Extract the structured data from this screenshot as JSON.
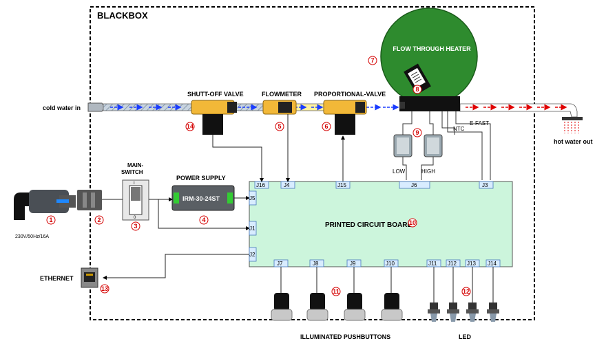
{
  "box_title": "BLACKBOX",
  "labels": {
    "cold_water": "cold water in",
    "hot_water": "hot water out",
    "shutoff": "SHUTT-OFF VALVE",
    "flowmeter": "FLOWMETER",
    "propvalve": "PROPORTIONAL-VALVE",
    "heater": "FLOW THROUGH HEATER",
    "main_switch_1": "MAIN-",
    "main_switch_2": "SWITCH",
    "power_supply": "POWER SUPPLY",
    "psu_model": "IRM-30-24ST",
    "pcb": "PRINTED CIRCUIT BOARD",
    "ethernet": "ETHERNET",
    "mains": "230V/50Hz/16A",
    "pushbuttons": "ILLUMINATED PUSHBUTTONS",
    "led": "LED",
    "low": "LOW",
    "high": "HIGH",
    "ntc": "NTC",
    "efast": "E-FAST",
    "switch_on": "I",
    "switch_off": "0"
  },
  "numbers": [
    "1",
    "2",
    "3",
    "4",
    "5",
    "6",
    "7",
    "8",
    "9",
    "10",
    "11",
    "12",
    "13",
    "14"
  ],
  "connectors": {
    "j16": "J16",
    "j4": "J4",
    "j15": "J15",
    "j6": "J6",
    "j3": "J3",
    "j5": "J5",
    "j1": "J1",
    "j2": "J2",
    "j7": "J7",
    "j8": "J8",
    "j9": "J9",
    "j10": "J10",
    "j11": "J11",
    "j12": "J12",
    "j13": "J13",
    "j14": "J14"
  },
  "colors": {
    "heater_green": "#2e8b2e",
    "pcb_green": "#ccf5dc",
    "valve_yellow": "#f2b838",
    "number_red": "#d40000",
    "cold_arrow": "#1a3cff",
    "hot_arrow": "#e00000"
  }
}
